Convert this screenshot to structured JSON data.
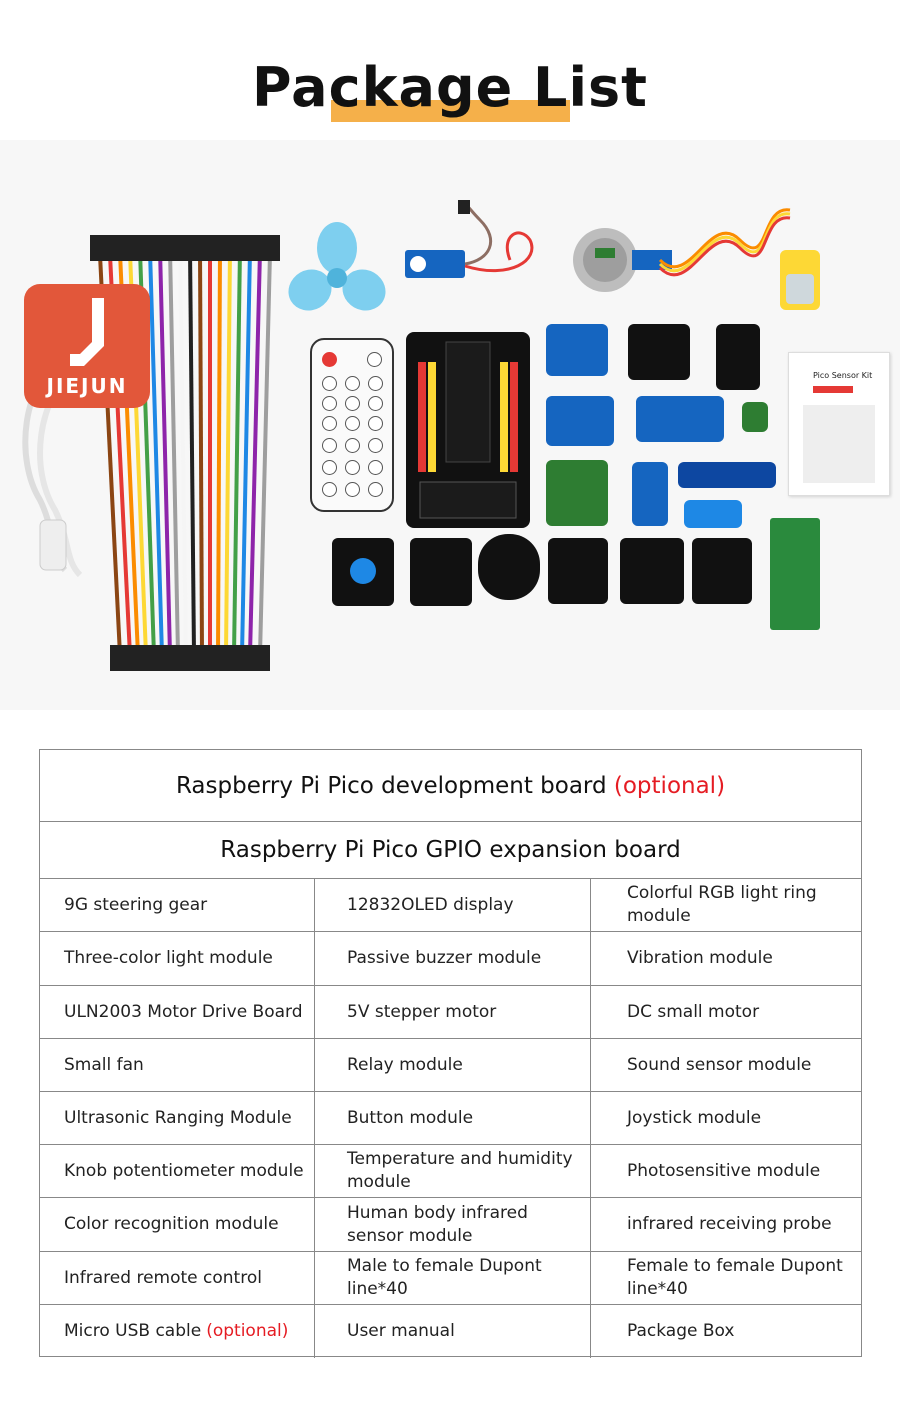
{
  "title": "Package List",
  "logo": {
    "text": "JIEJUN",
    "color": "#e2573a"
  },
  "manual": {
    "label": "Pico Sensor Kit"
  },
  "table": {
    "row1": {
      "text": "Raspberry Pi Pico development board",
      "optional": "(optional)"
    },
    "row2": {
      "text": "Raspberry Pi Pico GPIO expansion board"
    },
    "rows": [
      [
        "9G steering gear",
        "12832OLED display",
        "Colorful RGB light ring module"
      ],
      [
        "Three-color light module",
        "Passive buzzer module",
        "Vibration module"
      ],
      [
        "ULN2003 Motor Drive Board",
        "5V stepper motor",
        "DC small motor"
      ],
      [
        "Small fan",
        "Relay module",
        "Sound sensor module"
      ],
      [
        "Ultrasonic Ranging Module",
        "Button module",
        "Joystick module"
      ],
      [
        "Knob potentiometer module",
        "Temperature and humidity module",
        "Photosensitive module"
      ],
      [
        "Color recognition module",
        "Human body infrared sensor module",
        "infrared receiving probe"
      ],
      [
        "Infrared remote control",
        "Male to female Dupont line*40",
        "Female to female Dupont line*40"
      ],
      [
        "Micro USB cable",
        "User manual",
        "Package Box"
      ]
    ],
    "last_row_optional": "(optional)",
    "accent": "#e51c23"
  }
}
